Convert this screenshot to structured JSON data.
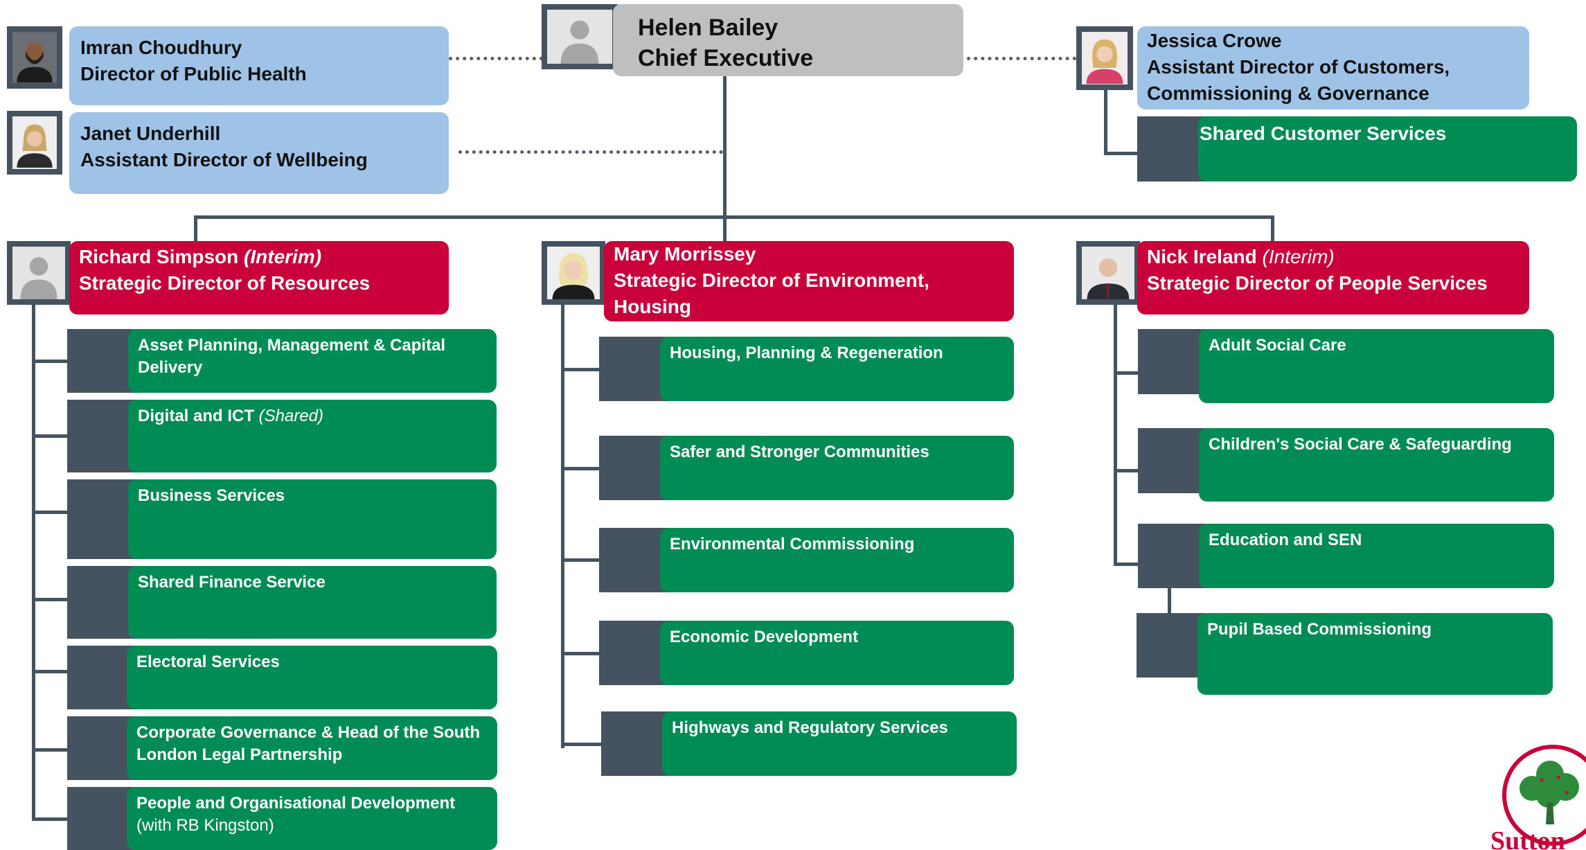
{
  "chief": {
    "name": "Helen Bailey",
    "title": "Chief Executive"
  },
  "advisors_left": [
    {
      "name": "Imran Choudhury",
      "title": "Director of Public Health"
    },
    {
      "name": "Janet Underhill",
      "title": "Assistant Director of Wellbeing"
    }
  ],
  "advisor_right": {
    "name": "Jessica Crowe",
    "title_line1": "Assistant Director of Customers,",
    "title_line2": "Commissioning & Governance",
    "service": "Shared Customer Services",
    "service_note": "."
  },
  "directors": [
    {
      "name": "Richard Simpson",
      "qualifier": "(Interim)",
      "title": "Strategic Director of Resources"
    },
    {
      "name": "Mary Morrissey",
      "qualifier": "",
      "title_line1": "Strategic Director of Environment, Housing",
      "title_line2": "and Regeneration"
    },
    {
      "name": "Nick Ireland",
      "qualifier": "(Interim)",
      "title": "Strategic Director of People Services"
    }
  ],
  "resources_services": {
    "s1_line1": "Asset Planning, Management & Capital",
    "s1_line2": "Delivery",
    "s2_main": "Digital and ICT",
    "s2_note": "(Shared)",
    "s3": "Business Services",
    "s4": "Shared Finance Service",
    "s5": "Electoral Services",
    "s6_line1": "Corporate Governance & Head of the South",
    "s6_line2": "London Legal Partnership",
    "s7_line1": "People and Organisational Development",
    "s7_line2": "(with RB Kingston)"
  },
  "environment_services": [
    "Housing, Planning & Regeneration",
    "Safer and Stronger Communities",
    "Environmental Commissioning",
    "Economic Development",
    "Highways and Regulatory Services"
  ],
  "people_services": [
    "Adult Social Care",
    "Children's Social Care & Safeguarding",
    "Education and SEN",
    "Pupil Based Commissioning"
  ],
  "logo": {
    "text": "Sutton"
  },
  "colors": {
    "advisor": "#9fc3e7",
    "chief": "#bfbfbf",
    "director": "#c9003a",
    "service": "#008c54",
    "connector": "#44535f"
  }
}
